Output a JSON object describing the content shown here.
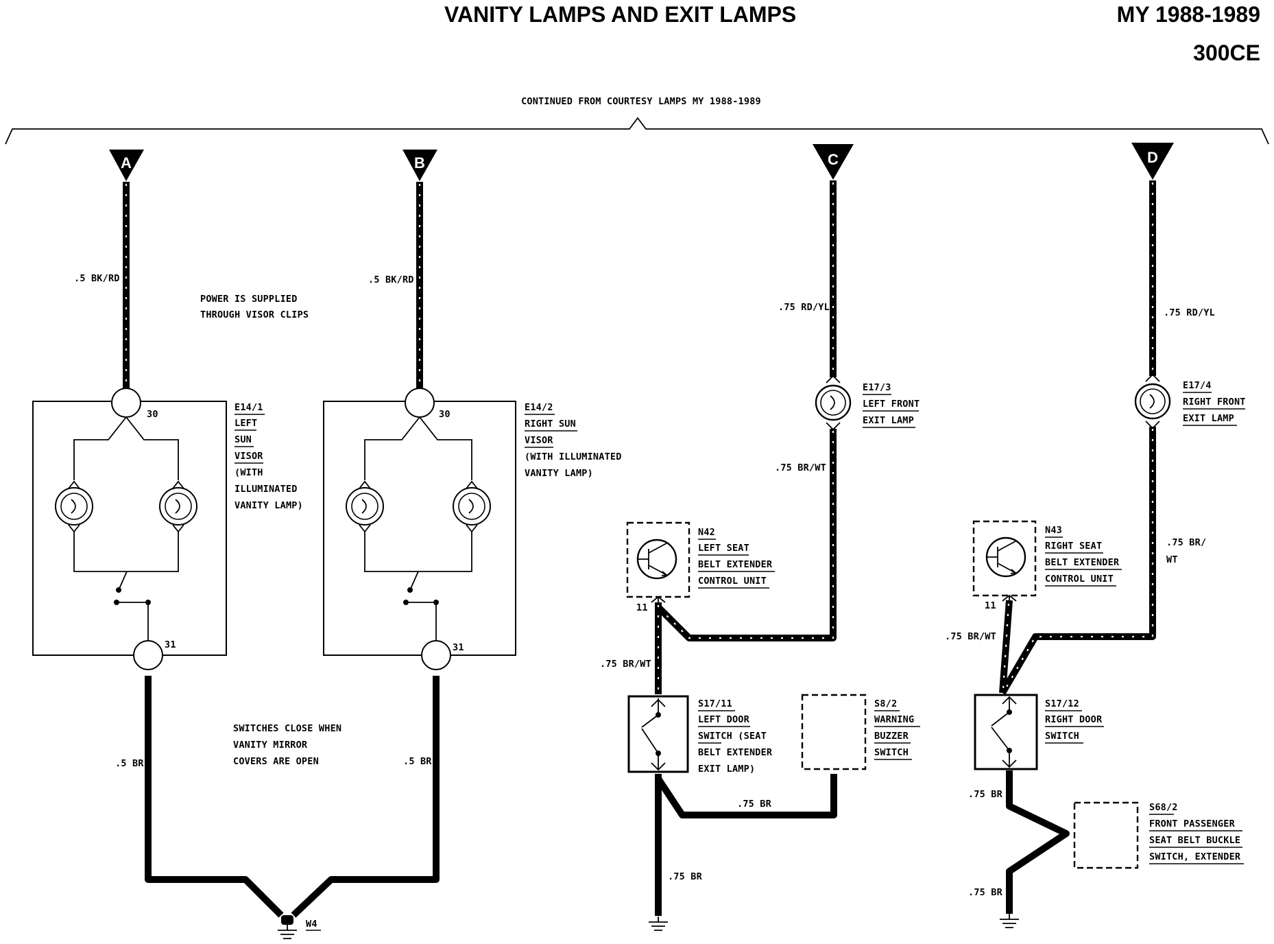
{
  "header": {
    "title": "VANITY LAMPS AND EXIT LAMPS",
    "model_year": "MY 1988-1989",
    "model": "300CE"
  },
  "continued_from": "CONTINUED FROM COURTESY LAMPS MY 1988-1989",
  "connectors": [
    "A",
    "B",
    "C",
    "D"
  ],
  "wires": {
    "a_top": ".5 BK/RD",
    "b_top": ".5 BK/RD",
    "c_top": ".75 RD/YL",
    "d_top": ".75 RD/YL",
    "c_mid": ".75 BR/WT",
    "d_mid_1": ".75 BR/",
    "d_mid_2": "WT",
    "a_bottom": ".5 BR",
    "b_bottom": ".5 BR",
    "n42_out": ".75 BR/WT",
    "n43_out": ".75 BR/WT",
    "s17_11_to_s8": ".75 BR",
    "s17_11_ground": ".75 BR",
    "s17_12_to_s68": ".75 BR",
    "s68_ground": ".75 BR"
  },
  "notes": {
    "power_1": "POWER IS SUPPLIED",
    "power_2": "THROUGH VISOR CLIPS",
    "switch_1": "SWITCHES CLOSE WHEN",
    "switch_2": "VANITY MIRROR",
    "switch_3": "COVERS ARE OPEN"
  },
  "pins": {
    "a_30": "30",
    "a_31": "31",
    "b_30": "30",
    "b_31": "31",
    "n42_11": "11",
    "n43_11": "11"
  },
  "components": {
    "e14_1": [
      "E14/1",
      "LEFT",
      "SUN",
      "VISOR",
      "(WITH",
      "ILLUMINATED",
      "VANITY LAMP)"
    ],
    "e14_2": [
      "E14/2",
      "RIGHT SUN",
      "VISOR",
      "(WITH ILLUMINATED",
      "VANITY LAMP)"
    ],
    "e17_3": [
      "E17/3",
      "LEFT FRONT",
      "EXIT LAMP"
    ],
    "e17_4": [
      "E17/4",
      "RIGHT FRONT",
      "EXIT LAMP"
    ],
    "n42": [
      "N42",
      "LEFT SEAT",
      "BELT EXTENDER",
      "CONTROL UNIT"
    ],
    "n43": [
      "N43",
      "RIGHT SEAT",
      "BELT EXTENDER",
      "CONTROL UNIT"
    ],
    "s17_11": [
      "S17/11",
      "LEFT DOOR",
      "SWITCH (SEAT",
      "BELT EXTENDER",
      "EXIT LAMP)"
    ],
    "s8_2": [
      "S8/2",
      "WARNING",
      "BUZZER",
      "SWITCH"
    ],
    "s17_12": [
      "S17/12",
      "RIGHT DOOR",
      "SWITCH"
    ],
    "s68_2": [
      "S68/2",
      "FRONT PASSENGER",
      "SEAT BELT BUCKLE",
      "SWITCH, EXTENDER"
    ]
  },
  "ground": "W4"
}
